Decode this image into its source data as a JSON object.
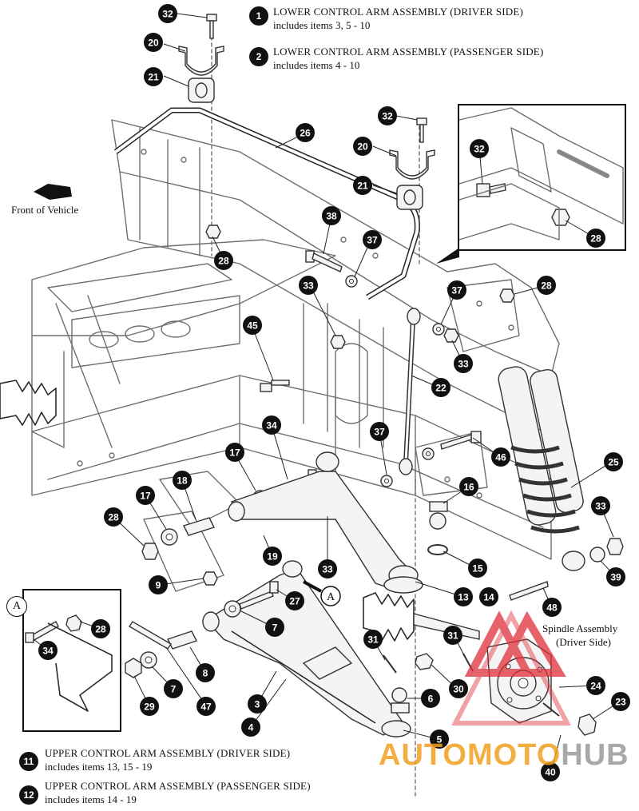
{
  "legend_top": [
    {
      "num": "1",
      "title": "LOWER CONTROL ARM ASSEMBLY (DRIVER SIDE)",
      "sub": "includes items 3, 5 - 10"
    },
    {
      "num": "2",
      "title": "LOWER CONTROL ARM ASSEMBLY (PASSENGER SIDE)",
      "sub": "includes items 4 - 10"
    }
  ],
  "legend_bottom": [
    {
      "num": "11",
      "title": "UPPER CONTROL ARM ASSEMBLY (DRIVER SIDE)",
      "sub": "includes items 13, 15 - 19"
    },
    {
      "num": "12",
      "title": "UPPER CONTROL ARM ASSEMBLY (PASSENGER SIDE)",
      "sub": "includes items 14 - 19"
    }
  ],
  "labels": {
    "front": "Front of Vehicle",
    "spindle_line1": "Spindle Assembly",
    "spindle_line2": "(Driver Side)",
    "inset_tag": "A",
    "detail_tag": "A"
  },
  "watermark": {
    "text_a": "AUTOMOTO",
    "text_b": "HUB",
    "color_a": "#f0a020",
    "color_b": "#9a9a9a",
    "logo_color": "#e0303a"
  },
  "callouts": [
    {
      "label": "32"
    },
    {
      "label": "20"
    },
    {
      "label": "21"
    },
    {
      "label": "26"
    },
    {
      "label": "32"
    },
    {
      "label": "20"
    },
    {
      "label": "21"
    },
    {
      "label": "38"
    },
    {
      "label": "37"
    },
    {
      "label": "28"
    },
    {
      "label": "33"
    },
    {
      "label": "45"
    },
    {
      "label": "37"
    },
    {
      "label": "28"
    },
    {
      "label": "33"
    },
    {
      "label": "22"
    },
    {
      "label": "34"
    },
    {
      "label": "37"
    },
    {
      "label": "46"
    },
    {
      "label": "17"
    },
    {
      "label": "18"
    },
    {
      "label": "17"
    },
    {
      "label": "28"
    },
    {
      "label": "16"
    },
    {
      "label": "25"
    },
    {
      "label": "19"
    },
    {
      "label": "33"
    },
    {
      "label": "33"
    },
    {
      "label": "15"
    },
    {
      "label": "39"
    },
    {
      "label": "9"
    },
    {
      "label": "27"
    },
    {
      "label": "13"
    },
    {
      "label": "14"
    },
    {
      "label": "48"
    },
    {
      "label": "7"
    },
    {
      "label": "28"
    },
    {
      "label": "34"
    },
    {
      "label": "8"
    },
    {
      "label": "31"
    },
    {
      "label": "31"
    },
    {
      "label": "30"
    },
    {
      "label": "7"
    },
    {
      "label": "47"
    },
    {
      "label": "29"
    },
    {
      "label": "24"
    },
    {
      "label": "3"
    },
    {
      "label": "6"
    },
    {
      "label": "23"
    },
    {
      "label": "4"
    },
    {
      "label": "5"
    },
    {
      "label": "40"
    },
    {
      "label": "32"
    },
    {
      "label": "28"
    }
  ]
}
